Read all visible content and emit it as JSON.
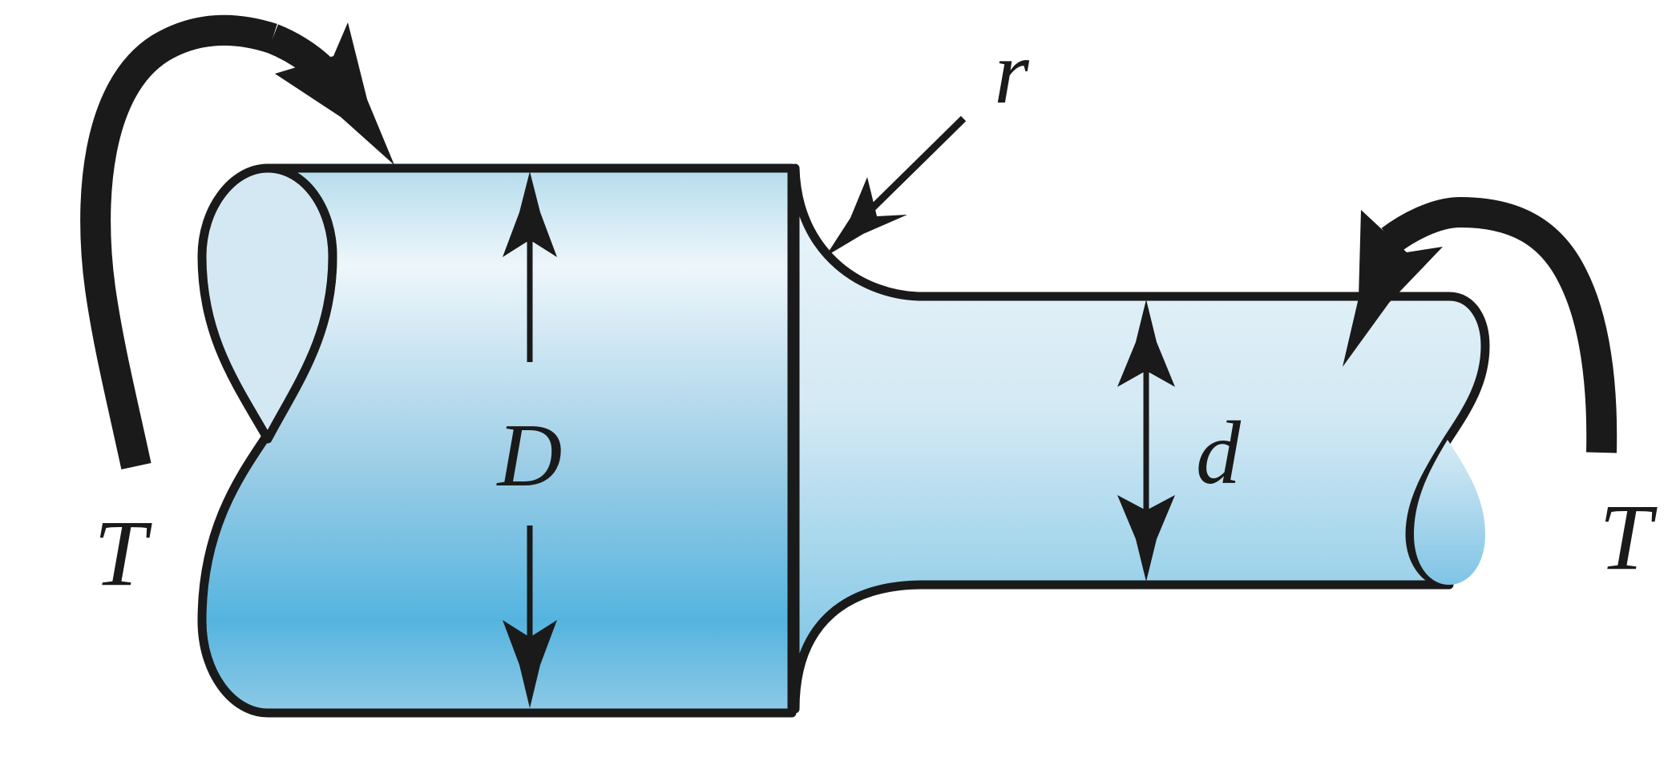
{
  "labels": {
    "torque_left": "T",
    "torque_right": "T",
    "fillet_radius": "r",
    "large_diameter": "D",
    "small_diameter": "d"
  },
  "colors": {
    "stroke": "#1a1a1a",
    "fill_light": "#eef6fb",
    "fill_mid": "#aad3e8",
    "fill_dark": "#55b4df"
  }
}
